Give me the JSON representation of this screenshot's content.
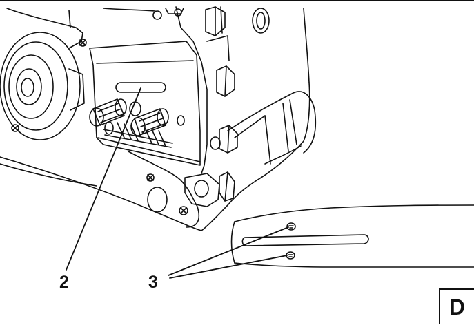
{
  "figure": {
    "callouts": [
      {
        "id": "2",
        "text": "2"
      },
      {
        "id": "3",
        "text": "3"
      }
    ],
    "panel_letter": "D",
    "colors": {
      "line": "#111111",
      "background": "#ffffff"
    }
  }
}
